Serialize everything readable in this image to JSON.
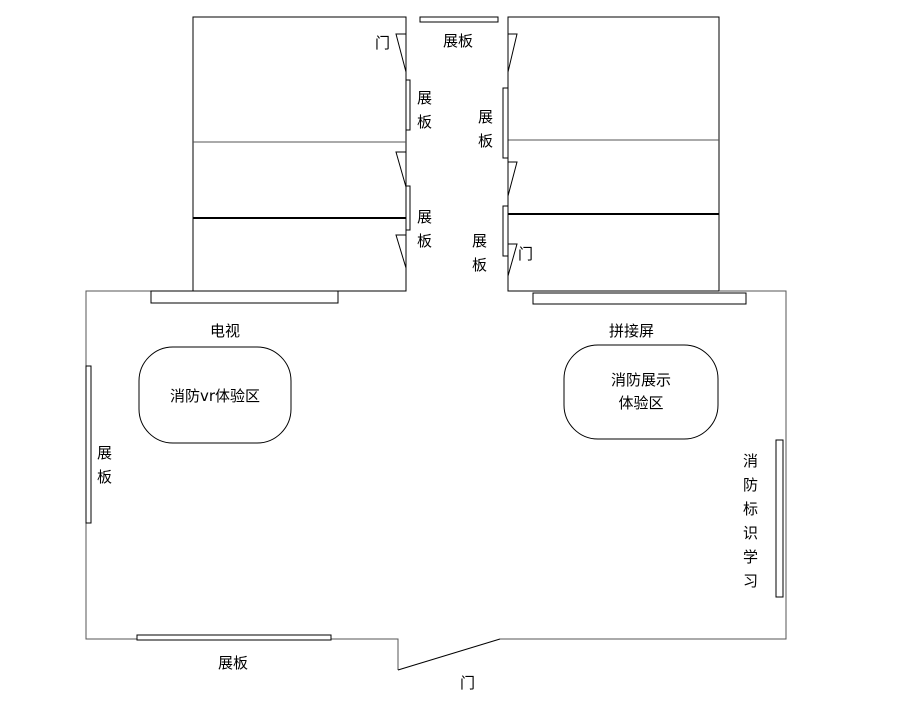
{
  "labels": {
    "top_panel": "展板",
    "door_top_left": "门",
    "left_corridor_panel_1": "展板",
    "left_corridor_panel_2": "展板",
    "right_corridor_panel_1": "展板",
    "right_corridor_panel_2": "展板",
    "door_right_corridor": "门",
    "tv": "电视",
    "splice_screen": "拼接屏",
    "vr_zone": "消防vr体验区",
    "display_zone_line1": "消防展示",
    "display_zone_line2": "体验区",
    "left_wall_panel": "展板",
    "sign_learning": "消防标识学习",
    "bottom_panel": "展板",
    "main_door": "门"
  }
}
